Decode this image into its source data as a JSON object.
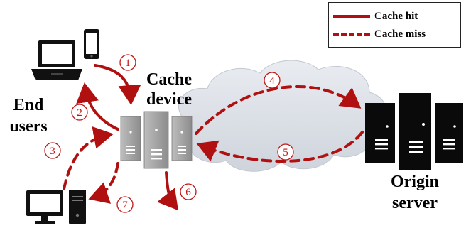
{
  "legend": {
    "hit_label": "Cache hit",
    "miss_label": "Cache miss",
    "color": "#b01010"
  },
  "labels": {
    "cache_device_line1": "Cache",
    "cache_device_line2": "device",
    "end_users_line1": "End",
    "end_users_line2": "users",
    "origin_line1": "Origin",
    "origin_line2": "server"
  },
  "steps": [
    {
      "num": "1",
      "type": "Cache hit"
    },
    {
      "num": "2",
      "type": "Cache hit"
    },
    {
      "num": "3",
      "type": "Cache miss"
    },
    {
      "num": "4",
      "type": "Cache miss"
    },
    {
      "num": "5",
      "type": "Cache miss"
    },
    {
      "num": "6",
      "type": "Cache hit"
    },
    {
      "num": "7",
      "type": "Cache miss"
    }
  ],
  "colors": {
    "arrow": "#b01010",
    "cloud": "#dfe3ea",
    "server_gray": "#9a9a9a",
    "server_black": "#0a0a0a"
  }
}
